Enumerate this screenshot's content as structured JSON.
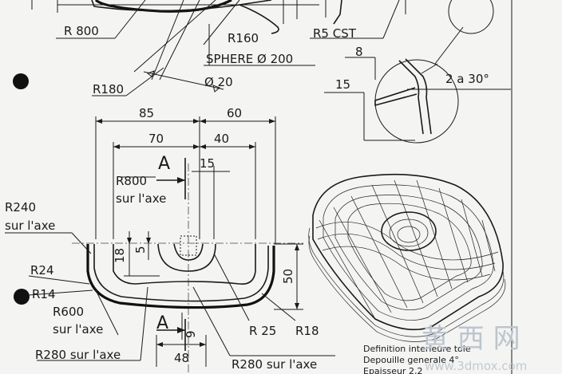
{
  "labels": {
    "r800_top": "R 800",
    "r160": "R160",
    "r5cst": "R5 CST",
    "sphere": "SPHERE Ø 200",
    "r180": "R180",
    "d20": "Ø 20",
    "d8": "8",
    "d15_detail": "15",
    "draft_angle": "2 a 30°",
    "d85": "85",
    "d60": "60",
    "d70": "70",
    "d40": "40",
    "section_a_top": "A",
    "section_a_bottom": "A",
    "d15": "15",
    "r800_axe_1": "R800",
    "r800_axe_2": "sur l'axe",
    "r240_1": "R240",
    "r240_2": "sur l'axe",
    "d18": "18",
    "d5": "5",
    "r24": "R24",
    "r14": "R14",
    "r600_1": "R600",
    "r600_2": "sur l'axe",
    "r280_left": "R280 sur l'axe",
    "d48": "48",
    "d9": "9",
    "r280_right": "R280 sur l'axe",
    "r25": "R 25",
    "r18": "R18",
    "d50": "50"
  },
  "notes": {
    "line1": "Definition interieure tole",
    "line2": "Depouille generale 4°",
    "line3": "Epaisseur 2,2"
  },
  "watermark": {
    "chars": "黄 西 网",
    "url": "www.3dmox.com"
  },
  "colors": {
    "paper": "#f4f4f2",
    "ink": "#1a1a1a",
    "watermark": "#bcc5cf"
  }
}
